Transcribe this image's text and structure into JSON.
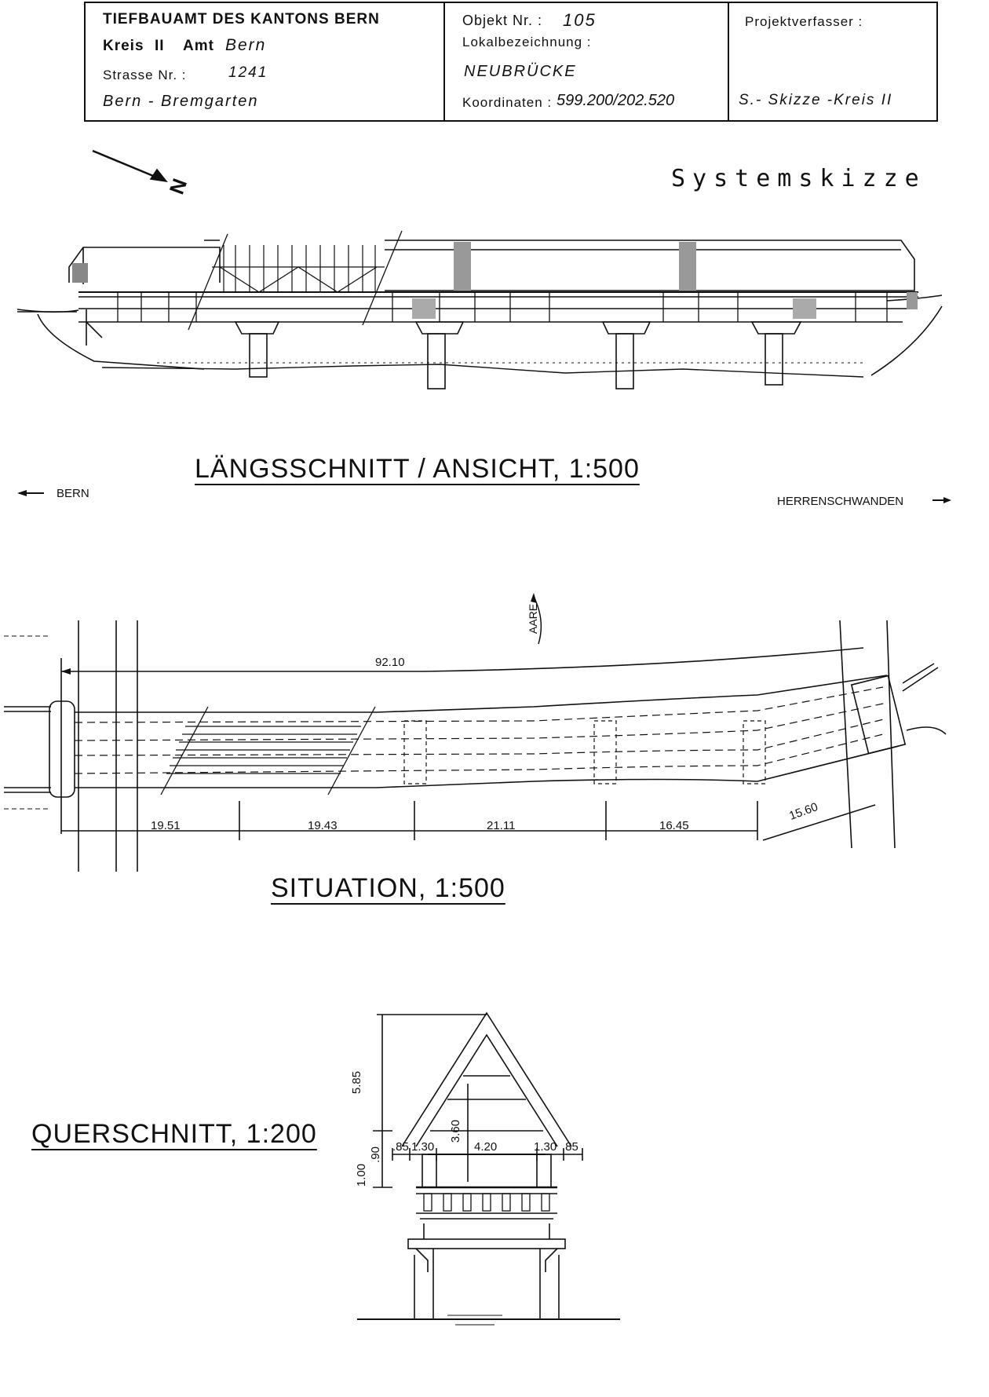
{
  "header": {
    "office": "TIEFBAUAMT  DES KANTONS BERN",
    "kreis_label": "Kreis",
    "kreis_value": "II",
    "amt_label": "Amt",
    "amt_value": "Bern",
    "strasse_label": "Strasse  Nr. :",
    "strasse_value": "1241",
    "route": "Bern - Bremgarten",
    "objekt_label": "Objekt  Nr. :",
    "objekt_value": "105",
    "lokal_label": "Lokalbezeichnung :",
    "lokal_value": "NEUBRÜCKE",
    "koord_label": "Koordinaten :",
    "koord_value": "599.200/202.520",
    "verfasser_label": "Projektverfasser :",
    "verfasser_value": "S.- Skizze -Kreis II"
  },
  "north_label": "N",
  "systemskizze": "Systemskizze",
  "laengsschnitt": {
    "title": "LÄNGSSCHNITT / ANSICHT, 1:500",
    "left_label": "BERN",
    "right_label": "HERRENSCHWANDEN"
  },
  "situation": {
    "title": "SITUATION, 1:500",
    "river_label": "AARE",
    "total": "92.10",
    "spans": [
      "19.51",
      "19.43",
      "21.11",
      "16.45",
      "15.60"
    ]
  },
  "querschnitt": {
    "title": "QUERSCHNITT, 1:200",
    "height_total": "5.85",
    "height_inner": "3.60",
    "d_100": "1.00",
    "d_090": ".90",
    "w_85_left": ".85",
    "w_130_left": "1.30",
    "w_420": "4.20",
    "w_130_right": "1.30",
    "w_85_right": ".85"
  }
}
